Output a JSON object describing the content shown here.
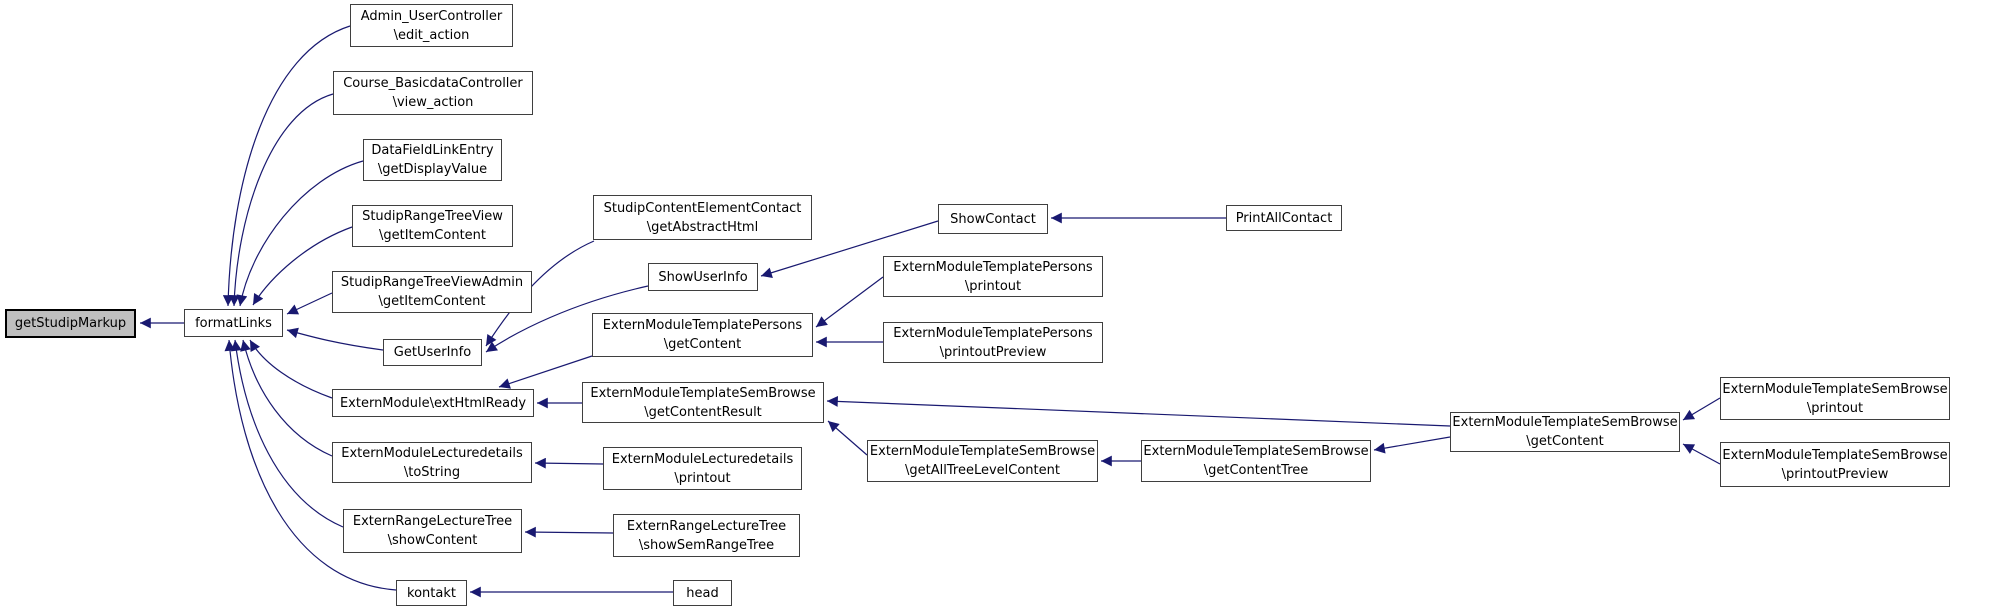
{
  "graph": {
    "type": "call-graph",
    "direction": "callers-point-to-callee",
    "colors": {
      "background": "#ffffff",
      "edge": "#191970",
      "node_fill": "#ffffff",
      "node_border": "#3f3f3f",
      "highlight_fill": "#bfbfbf",
      "text": "#000000"
    },
    "highlighted_node": "getStudipMarkup",
    "nodes": [
      {
        "id": "getStudipMarkup",
        "lines": [
          "getStudipMarkup"
        ]
      },
      {
        "id": "formatLinks",
        "lines": [
          "formatLinks"
        ]
      },
      {
        "id": "Admin_UserController\\edit_action",
        "lines": [
          "Admin_UserController",
          "\\edit_action"
        ]
      },
      {
        "id": "Course_BasicdataController\\view_action",
        "lines": [
          "Course_BasicdataController",
          "\\view_action"
        ]
      },
      {
        "id": "DataFieldLinkEntry\\getDisplayValue",
        "lines": [
          "DataFieldLinkEntry",
          "\\getDisplayValue"
        ]
      },
      {
        "id": "StudipRangeTreeView\\getItemContent",
        "lines": [
          "StudipRangeTreeView",
          "\\getItemContent"
        ]
      },
      {
        "id": "StudipRangeTreeViewAdmin\\getItemContent",
        "lines": [
          "StudipRangeTreeViewAdmin",
          "\\getItemContent"
        ]
      },
      {
        "id": "GetUserInfo",
        "lines": [
          "GetUserInfo"
        ]
      },
      {
        "id": "StudipContentElementContact\\getAbstractHtml",
        "lines": [
          "StudipContentElementContact",
          "\\getAbstractHtml"
        ]
      },
      {
        "id": "ShowUserInfo",
        "lines": [
          "ShowUserInfo"
        ]
      },
      {
        "id": "ShowContact",
        "lines": [
          "ShowContact"
        ]
      },
      {
        "id": "PrintAllContact",
        "lines": [
          "PrintAllContact"
        ]
      },
      {
        "id": "ExternModuleTemplatePersons\\printout",
        "lines": [
          "ExternModuleTemplatePersons",
          "\\printout"
        ]
      },
      {
        "id": "ExternModuleTemplatePersons\\getContent",
        "lines": [
          "ExternModuleTemplatePersons",
          "\\getContent"
        ]
      },
      {
        "id": "ExternModuleTemplatePersons\\printoutPreview",
        "lines": [
          "ExternModuleTemplatePersons",
          "\\printoutPreview"
        ]
      },
      {
        "id": "ExternModule\\extHtmlReady",
        "lines": [
          "ExternModule\\extHtmlReady"
        ]
      },
      {
        "id": "ExternModuleTemplateSemBrowse\\getContentResult",
        "lines": [
          "ExternModuleTemplateSemBrowse",
          "\\getContentResult"
        ]
      },
      {
        "id": "ExternModuleLecturedetails\\toString",
        "lines": [
          "ExternModuleLecturedetails",
          "\\toString"
        ]
      },
      {
        "id": "ExternModuleLecturedetails\\printout",
        "lines": [
          "ExternModuleLecturedetails",
          "\\printout"
        ]
      },
      {
        "id": "ExternModuleTemplateSemBrowse\\getAllTreeLevelContent",
        "lines": [
          "ExternModuleTemplateSemBrowse",
          "\\getAllTreeLevelContent"
        ]
      },
      {
        "id": "ExternModuleTemplateSemBrowse\\getContentTree",
        "lines": [
          "ExternModuleTemplateSemBrowse",
          "\\getContentTree"
        ]
      },
      {
        "id": "ExternModuleTemplateSemBrowse\\getContent",
        "lines": [
          "ExternModuleTemplateSemBrowse",
          "\\getContent"
        ]
      },
      {
        "id": "ExternModuleTemplateSemBrowse\\printout",
        "lines": [
          "ExternModuleTemplateSemBrowse",
          "\\printout"
        ]
      },
      {
        "id": "ExternModuleTemplateSemBrowse\\printoutPreview",
        "lines": [
          "ExternModuleTemplateSemBrowse",
          "\\printoutPreview"
        ]
      },
      {
        "id": "ExternRangeLectureTree\\showContent",
        "lines": [
          "ExternRangeLectureTree",
          "\\showContent"
        ]
      },
      {
        "id": "ExternRangeLectureTree\\showSemRangeTree",
        "lines": [
          "ExternRangeLectureTree",
          "\\showSemRangeTree"
        ]
      },
      {
        "id": "kontakt",
        "lines": [
          "kontakt"
        ]
      },
      {
        "id": "head",
        "lines": [
          "head"
        ]
      }
    ],
    "edges": [
      {
        "source": "formatLinks",
        "target": "getStudipMarkup"
      },
      {
        "source": "Admin_UserController\\edit_action",
        "target": "formatLinks"
      },
      {
        "source": "Course_BasicdataController\\view_action",
        "target": "formatLinks"
      },
      {
        "source": "DataFieldLinkEntry\\getDisplayValue",
        "target": "formatLinks"
      },
      {
        "source": "StudipRangeTreeView\\getItemContent",
        "target": "formatLinks"
      },
      {
        "source": "StudipRangeTreeViewAdmin\\getItemContent",
        "target": "formatLinks"
      },
      {
        "source": "GetUserInfo",
        "target": "formatLinks"
      },
      {
        "source": "ExternModule\\extHtmlReady",
        "target": "formatLinks"
      },
      {
        "source": "ExternModuleLecturedetails\\toString",
        "target": "formatLinks"
      },
      {
        "source": "ExternRangeLectureTree\\showContent",
        "target": "formatLinks"
      },
      {
        "source": "kontakt",
        "target": "formatLinks"
      },
      {
        "source": "StudipContentElementContact\\getAbstractHtml",
        "target": "GetUserInfo"
      },
      {
        "source": "ShowUserInfo",
        "target": "GetUserInfo"
      },
      {
        "source": "ShowContact",
        "target": "ShowUserInfo"
      },
      {
        "source": "PrintAllContact",
        "target": "ShowContact"
      },
      {
        "source": "ExternModuleTemplatePersons\\printout",
        "target": "ExternModuleTemplatePersons\\getContent"
      },
      {
        "source": "ExternModuleTemplatePersons\\printoutPreview",
        "target": "ExternModuleTemplatePersons\\getContent"
      },
      {
        "source": "ExternModuleTemplatePersons\\getContent",
        "target": "ExternModule\\extHtmlReady"
      },
      {
        "source": "ExternModuleTemplateSemBrowse\\getContentResult",
        "target": "ExternModule\\extHtmlReady"
      },
      {
        "source": "ExternModuleTemplateSemBrowse\\getAllTreeLevelContent",
        "target": "ExternModuleTemplateSemBrowse\\getContentResult"
      },
      {
        "source": "ExternModuleTemplateSemBrowse\\getContent",
        "target": "ExternModuleTemplateSemBrowse\\getContentResult"
      },
      {
        "source": "ExternModuleTemplateSemBrowse\\getContentTree",
        "target": "ExternModuleTemplateSemBrowse\\getAllTreeLevelContent"
      },
      {
        "source": "ExternModuleTemplateSemBrowse\\getContent",
        "target": "ExternModuleTemplateSemBrowse\\getContentTree"
      },
      {
        "source": "ExternModuleTemplateSemBrowse\\printout",
        "target": "ExternModuleTemplateSemBrowse\\getContent"
      },
      {
        "source": "ExternModuleTemplateSemBrowse\\printoutPreview",
        "target": "ExternModuleTemplateSemBrowse\\getContent"
      },
      {
        "source": "ExternModuleLecturedetails\\printout",
        "target": "ExternModuleLecturedetails\\toString"
      },
      {
        "source": "ExternRangeLectureTree\\showSemRangeTree",
        "target": "ExternRangeLectureTree\\showContent"
      },
      {
        "source": "head",
        "target": "kontakt"
      }
    ]
  }
}
